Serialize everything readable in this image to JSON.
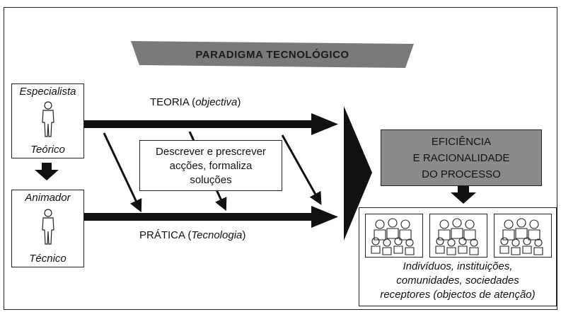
{
  "banner": {
    "title": "PARADIGMA TECNOLÓGICO"
  },
  "specialist": {
    "top": "Especialista",
    "bottom": "Teórico"
  },
  "animator": {
    "top": "Animador",
    "bottom": "Técnico"
  },
  "theory": {
    "label": "TEORIA",
    "qualifier": "objectiva"
  },
  "practice": {
    "label": "PRÁTICA",
    "qualifier": "Tecnologia"
  },
  "description": {
    "line1": "Descrever e prescrever",
    "line2": "acções, formaliza",
    "line3": "soluções"
  },
  "efficiency": {
    "line1": "EFICIÊNCIA",
    "line2": "E RACIONALIDADE",
    "line3": "DO PROCESSO"
  },
  "receivers": {
    "line1": "Indivíduos, instituições,",
    "line2": "comunidades, sociedades",
    "line3": "receptores (objectos de atenção)"
  },
  "colors": {
    "banner": "#7a7a7a",
    "efficiency_box": "#8a8a8a",
    "arrows": "#111111"
  }
}
